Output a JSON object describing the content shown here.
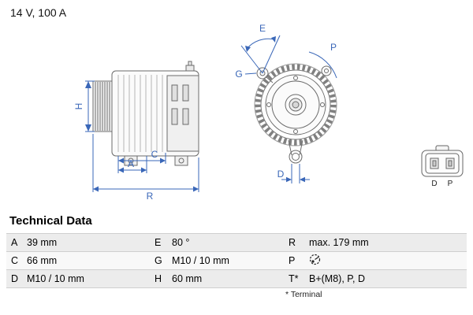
{
  "header": {
    "rating": "14 V, 100 A"
  },
  "colors": {
    "dimension_blue": "#3a67b8",
    "part_gray": "#6b6b6b",
    "row_stripe": "#ececec"
  },
  "diagram": {
    "labels": {
      "A": "A",
      "C": "C",
      "D": "D",
      "E": "E",
      "G": "G",
      "H": "H",
      "P": "P",
      "R": "R"
    },
    "connector": {
      "pin1": "D",
      "pin2": "P"
    },
    "icons": [
      "alternator-side-view",
      "alternator-front-view",
      "connector-2pin",
      "plug-orientation-icon"
    ]
  },
  "technical_data": {
    "title": "Technical Data",
    "rows": [
      [
        {
          "k": "A",
          "v": "39 mm"
        },
        {
          "k": "E",
          "v": "80 °"
        },
        {
          "k": "R",
          "v": "max. 179 mm"
        }
      ],
      [
        {
          "k": "C",
          "v": "66 mm"
        },
        {
          "k": "G",
          "v": "M10 / 10 mm"
        },
        {
          "k": "P",
          "v": ""
        }
      ],
      [
        {
          "k": "D",
          "v": "M10 / 10 mm"
        },
        {
          "k": "H",
          "v": "60 mm"
        },
        {
          "k": "T*",
          "v": "B+(M8), P, D"
        }
      ]
    ],
    "footnote": "* Terminal"
  }
}
